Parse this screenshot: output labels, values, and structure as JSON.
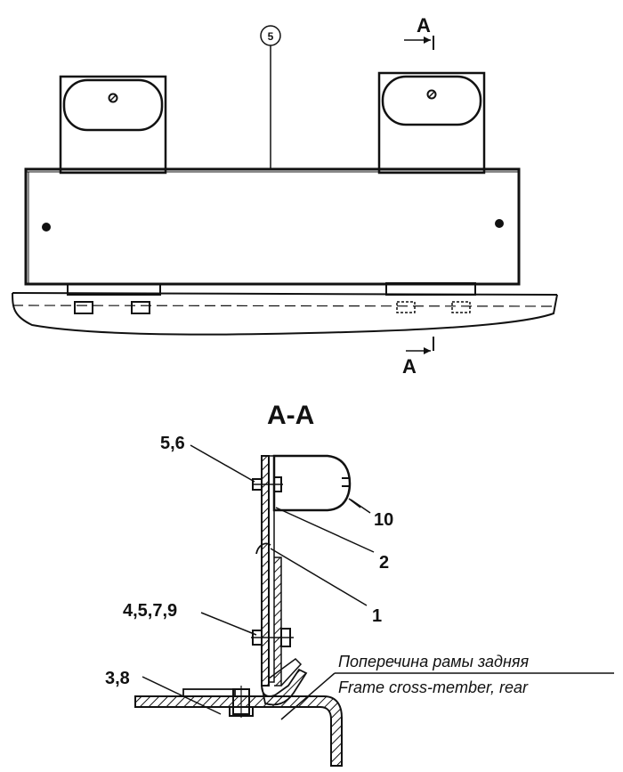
{
  "top_view": {
    "reference_number": "5",
    "section_mark_top": "A",
    "section_mark_bottom": "A"
  },
  "section": {
    "title": "A-A",
    "callouts": {
      "c56": "5,6",
      "c10": "10",
      "c2": "2",
      "c1": "1",
      "c4579": "4,5,7,9",
      "c38": "3,8"
    },
    "caption_ru": "Поперечина рамы задняя",
    "caption_en": "Frame cross-member, rear"
  }
}
